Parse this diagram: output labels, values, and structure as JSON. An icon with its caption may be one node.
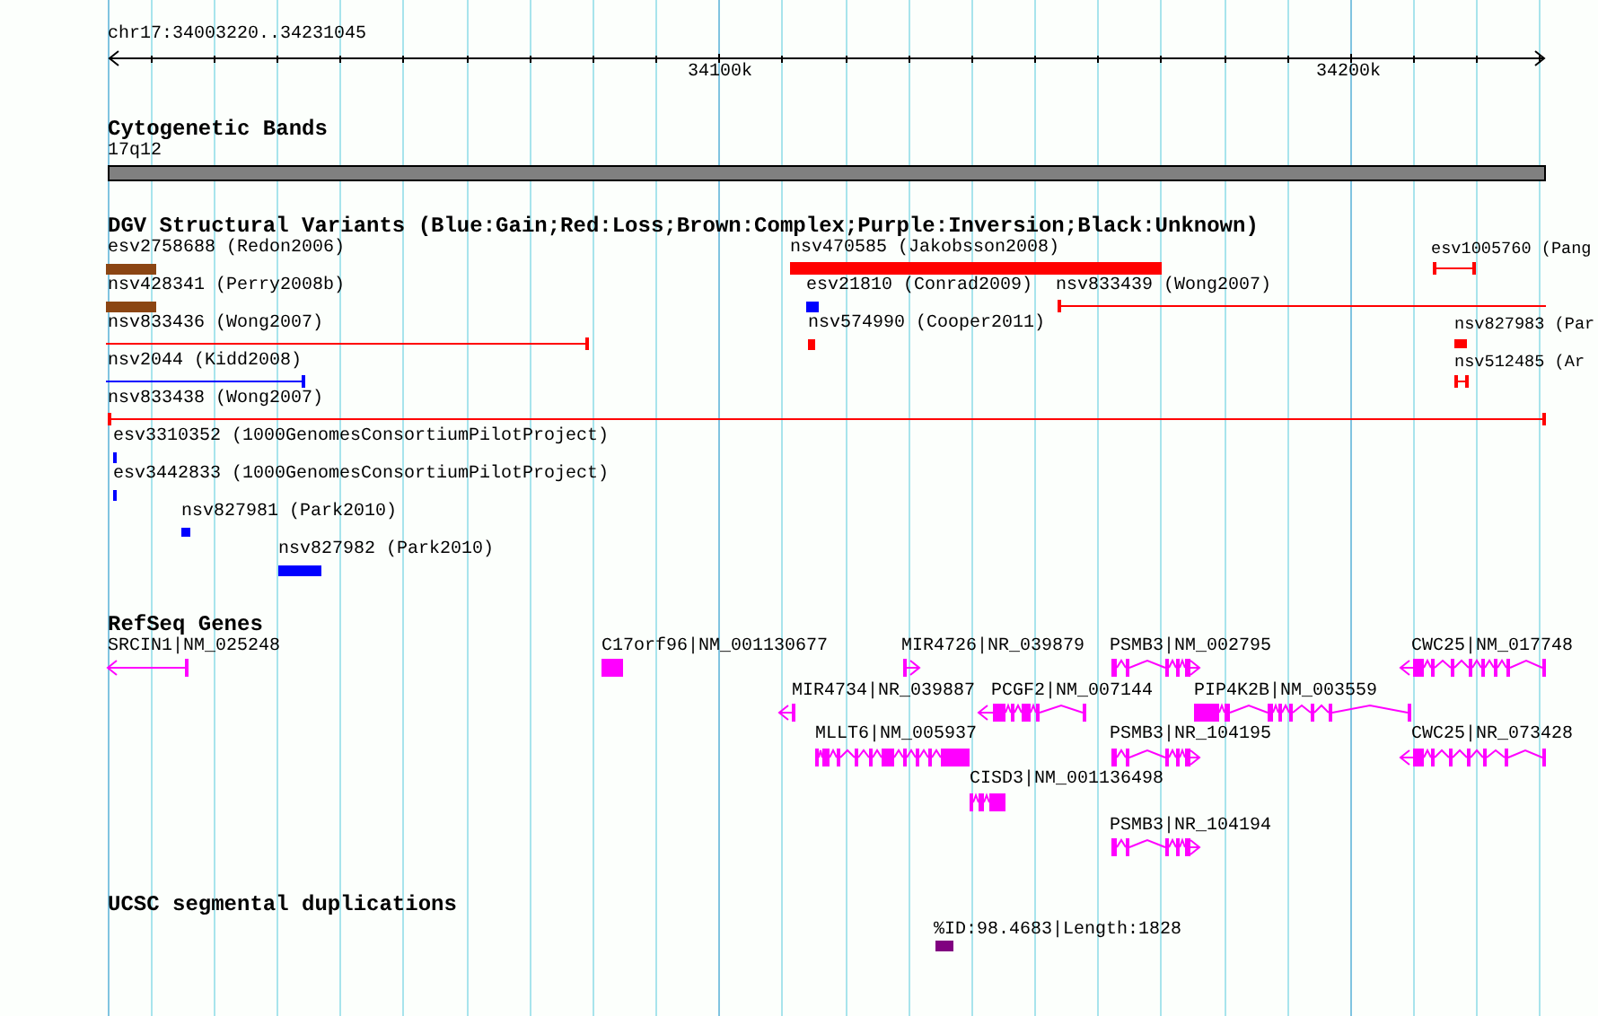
{
  "diagram": {
    "labels": [
      "chr17:34003220..34231045",
      "34100k",
      "34200k",
      "Cytogenetic Bands",
      "17q12",
      "DGV Structural Variants (Blue:Gain;Red:Loss;Brown:Complex;Purple:Inversion;Black:Unknown)",
      "esv2758688 (Redon2006)",
      "nsv470585 (Jakobsson2008)",
      "esv1005760 (Pang",
      "nsv428341 (Perry2008b)",
      "esv21810 (Conrad2009)",
      "nsv833439 (Wong2007)",
      "nsv833436 (Wong2007)",
      "nsv574990 (Cooper2011)",
      "nsv827983 (Par",
      "nsv2044 (Kidd2008)",
      "nsv512485 (Ar",
      "nsv833438 (Wong2007)",
      "esv3310352 (1000GenomesConsortiumPilotProject)",
      "esv3442833 (1000GenomesConsortiumPilotProject)",
      "nsv827981 (Park2010)",
      "nsv827982 (Park2010)",
      "RefSeq Genes",
      "SRCIN1|NM_025248",
      "C17orf96|NM_001130677",
      "MIR4726|NR_039879",
      "PSMB3|NM_002795",
      "CWC25|NM_017748",
      "MIR4734|NR_039887",
      "PCGF2|NM_007144",
      "PIP4K2B|NM_003559",
      "MLLT6|NM_005937",
      "PSMB3|NR_104195",
      "CWC25|NR_073428",
      "CISD3|NM_001136498",
      "PSMB3|NR_104194",
      "UCSC segmental duplications",
      "%ID:98.4683|Length:1828"
    ]
  }
}
